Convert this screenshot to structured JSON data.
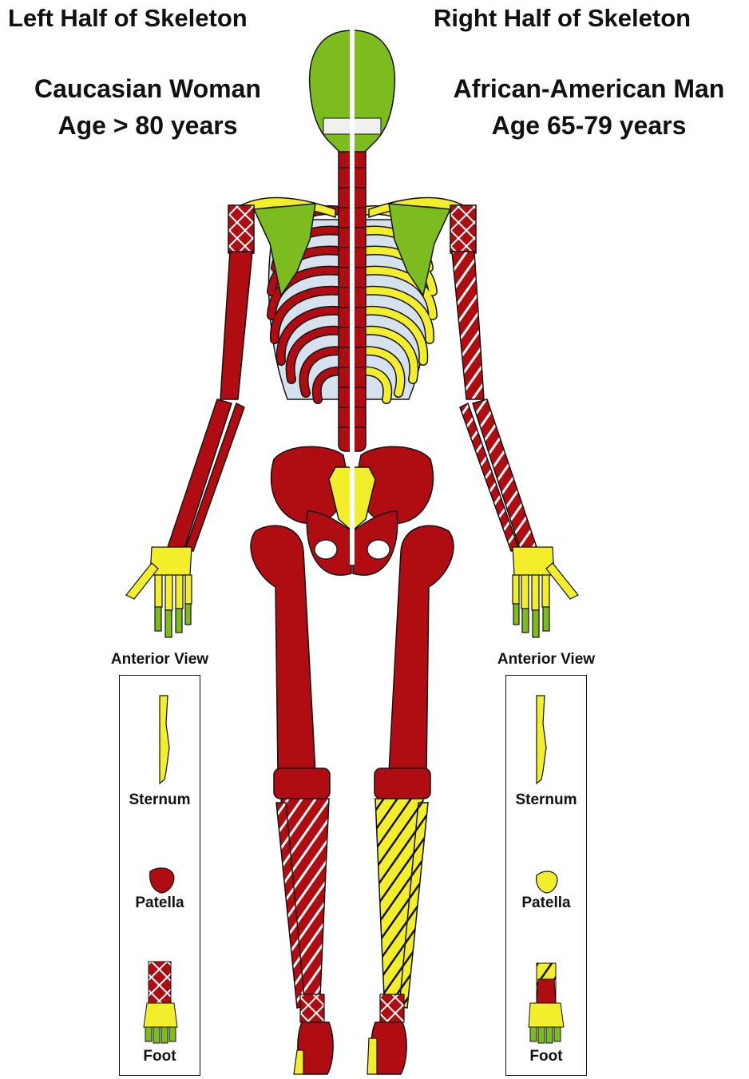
{
  "left": {
    "header": "Left Half of Skeleton",
    "subject_line1": "Caucasian Woman",
    "subject_line2": "Age > 80 years",
    "inset": {
      "title": "Anterior View",
      "sternum_label": "Sternum",
      "patella_label": "Patella",
      "foot_label": "Foot"
    }
  },
  "right": {
    "header": "Right  Half of Skeleton",
    "subject_line1": "African-American Man",
    "subject_line2": "Age 65-79 years",
    "inset": {
      "title": "Anterior View",
      "sternum_label": "Sternum",
      "patella_label": "Patella",
      "foot_label": "Foot"
    }
  },
  "colors": {
    "red": "#b00d12",
    "yellow": "#f3ee2c",
    "green": "#7cbc1f",
    "ribs_bg": "#d6e1ee",
    "divider": "#ffffff",
    "outline": "#111111"
  }
}
